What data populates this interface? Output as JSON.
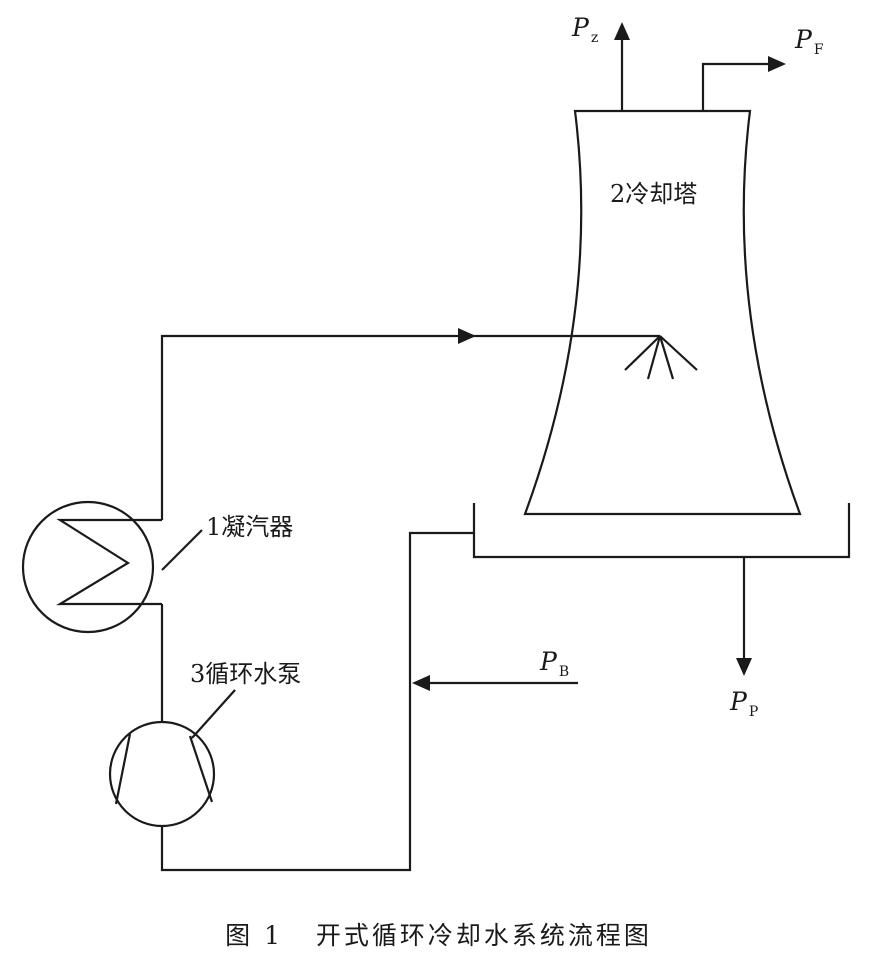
{
  "labels": {
    "condenser": "1凝汽器",
    "cooling_tower": "2冷却塔",
    "pump": "3循环水泵"
  },
  "flows": {
    "pz": {
      "main": "P",
      "sub": "z"
    },
    "pf": {
      "main": "P",
      "sub": "F"
    },
    "pb": {
      "main": "P",
      "sub": "B"
    },
    "pp": {
      "main": "P",
      "sub": "P"
    }
  },
  "caption": {
    "number": "图 1",
    "title": "开式循环冷却水系统流程图"
  }
}
